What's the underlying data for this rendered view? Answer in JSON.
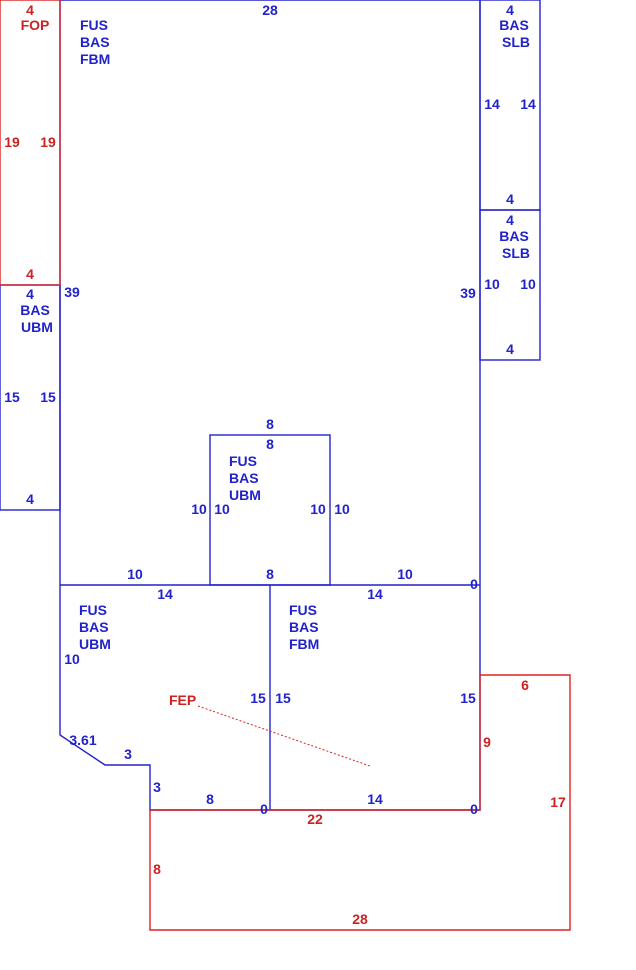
{
  "colors": {
    "blue": "#2222cc",
    "red": "#cc2222"
  },
  "areas": {
    "main_fus": [
      "FUS",
      "BAS",
      "FBM"
    ],
    "fop": [
      "FOP"
    ],
    "slb_top": [
      "BAS",
      "SLB"
    ],
    "slb_mid": [
      "BAS",
      "SLB"
    ],
    "ubm_left": [
      "BAS",
      "UBM"
    ],
    "center_ubm": [
      "FUS",
      "BAS",
      "UBM"
    ],
    "lower_left_ubm": [
      "FUS",
      "BAS",
      "UBM"
    ],
    "lower_right_fbm": [
      "FUS",
      "BAS",
      "FBM"
    ],
    "fep": [
      "FEP"
    ]
  },
  "dims": {
    "top_28": "28",
    "fop_top": "4",
    "fop_left": "19",
    "fop_right": "19",
    "fop_bottom": "4",
    "ubm_top": "4",
    "ubm_left": "15",
    "ubm_right": "15",
    "ubm_bottom": "4",
    "left_39": "39",
    "right_39": "39",
    "slb1_top": "4",
    "slb1_left": "14",
    "slb1_right": "14",
    "slb1_bottom": "4",
    "slb2_top": "4",
    "slb2_left": "10",
    "slb2_right": "10",
    "slb2_bottom": "4",
    "c_top_out": "8",
    "c_top_in": "8",
    "c_left_out": "10",
    "c_left_in": "10",
    "c_right_in": "10",
    "c_right_out": "10",
    "c_bottom": "8",
    "mid_left_10": "10",
    "mid_right_10": "10",
    "mid_zero": "0",
    "low_left_14": "14",
    "low_right_14": "14",
    "ll_10": "10",
    "ll_diag": "3.61",
    "ll_3a": "3",
    "ll_3b": "3",
    "ll_8": "8",
    "ll_0": "0",
    "ll_15": "15",
    "lr_15a": "15",
    "lr_14_bottom": "14",
    "lr_0": "0",
    "lr_15b": "15",
    "fep_6": "6",
    "fep_9": "9",
    "fep_17": "17",
    "fep_22": "22",
    "fep_8": "8",
    "fep_28": "28"
  }
}
